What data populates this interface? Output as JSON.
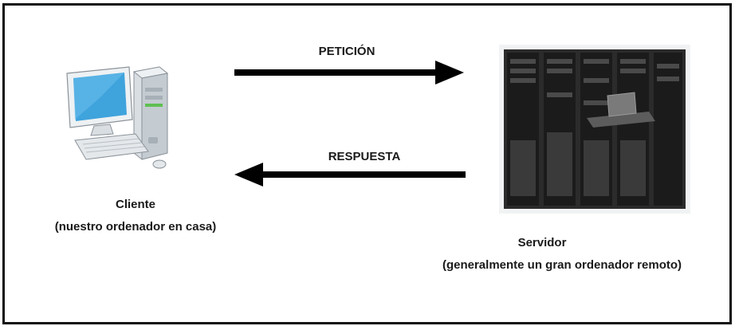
{
  "diagram": {
    "request_label": "PETICIÓN",
    "response_label": "RESPUESTA",
    "client": {
      "title": "Cliente",
      "subtitle": "(nuestro ordenador en casa)",
      "icon": "desktop-computer-icon"
    },
    "server": {
      "title": "Servidor",
      "subtitle": "(generalmente un gran ordenador remoto)",
      "icon": "server-rack-icon"
    },
    "colors": {
      "border": "#111111",
      "arrow": "#000000",
      "text": "#1a1a1a",
      "monitor_screen": "#3fa3dc",
      "computer_body": "#e9ecee",
      "rack_body": "#2b2b2b"
    }
  }
}
